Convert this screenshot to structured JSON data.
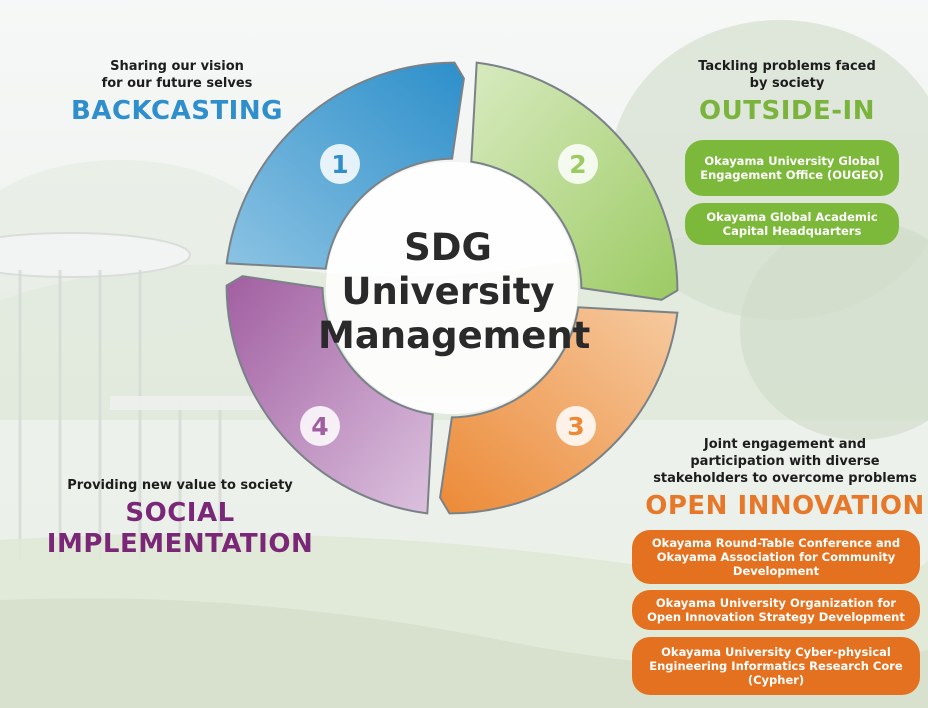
{
  "center": {
    "line1": "SDG",
    "line2": "University",
    "line3": "Management"
  },
  "phases": [
    {
      "number": "1",
      "subtitle": [
        "Sharing our vision",
        "for our future selves"
      ],
      "title": "BACKCASTING",
      "color": "#2f8fcc"
    },
    {
      "number": "2",
      "subtitle": [
        "Tackling problems faced",
        "by society"
      ],
      "title": "OUTSIDE-IN",
      "color": "#7bb43c",
      "boxes": [
        "Okayama University Global Engagement Office (OUGEO)",
        "Okayama Global Academic Capital Headquarters"
      ]
    },
    {
      "number": "3",
      "subtitle": [
        "Joint engagement and",
        "participation with diverse",
        "stakeholders to overcome problems"
      ],
      "title": "OPEN INNOVATION",
      "color": "#e7782a",
      "boxes": [
        "Okayama Round-Table Conference and Okayama Association for Community Development",
        "Okayama University Organization for Open Innovation Strategy Development",
        "Okayama University Cyber-physical Engineering Informatics Research Core (Cypher)"
      ]
    },
    {
      "number": "4",
      "subtitle": [
        "Providing new value to society"
      ],
      "title_lines": [
        "SOCIAL",
        "IMPLEMENTATION"
      ],
      "color": "#7a2777"
    }
  ]
}
